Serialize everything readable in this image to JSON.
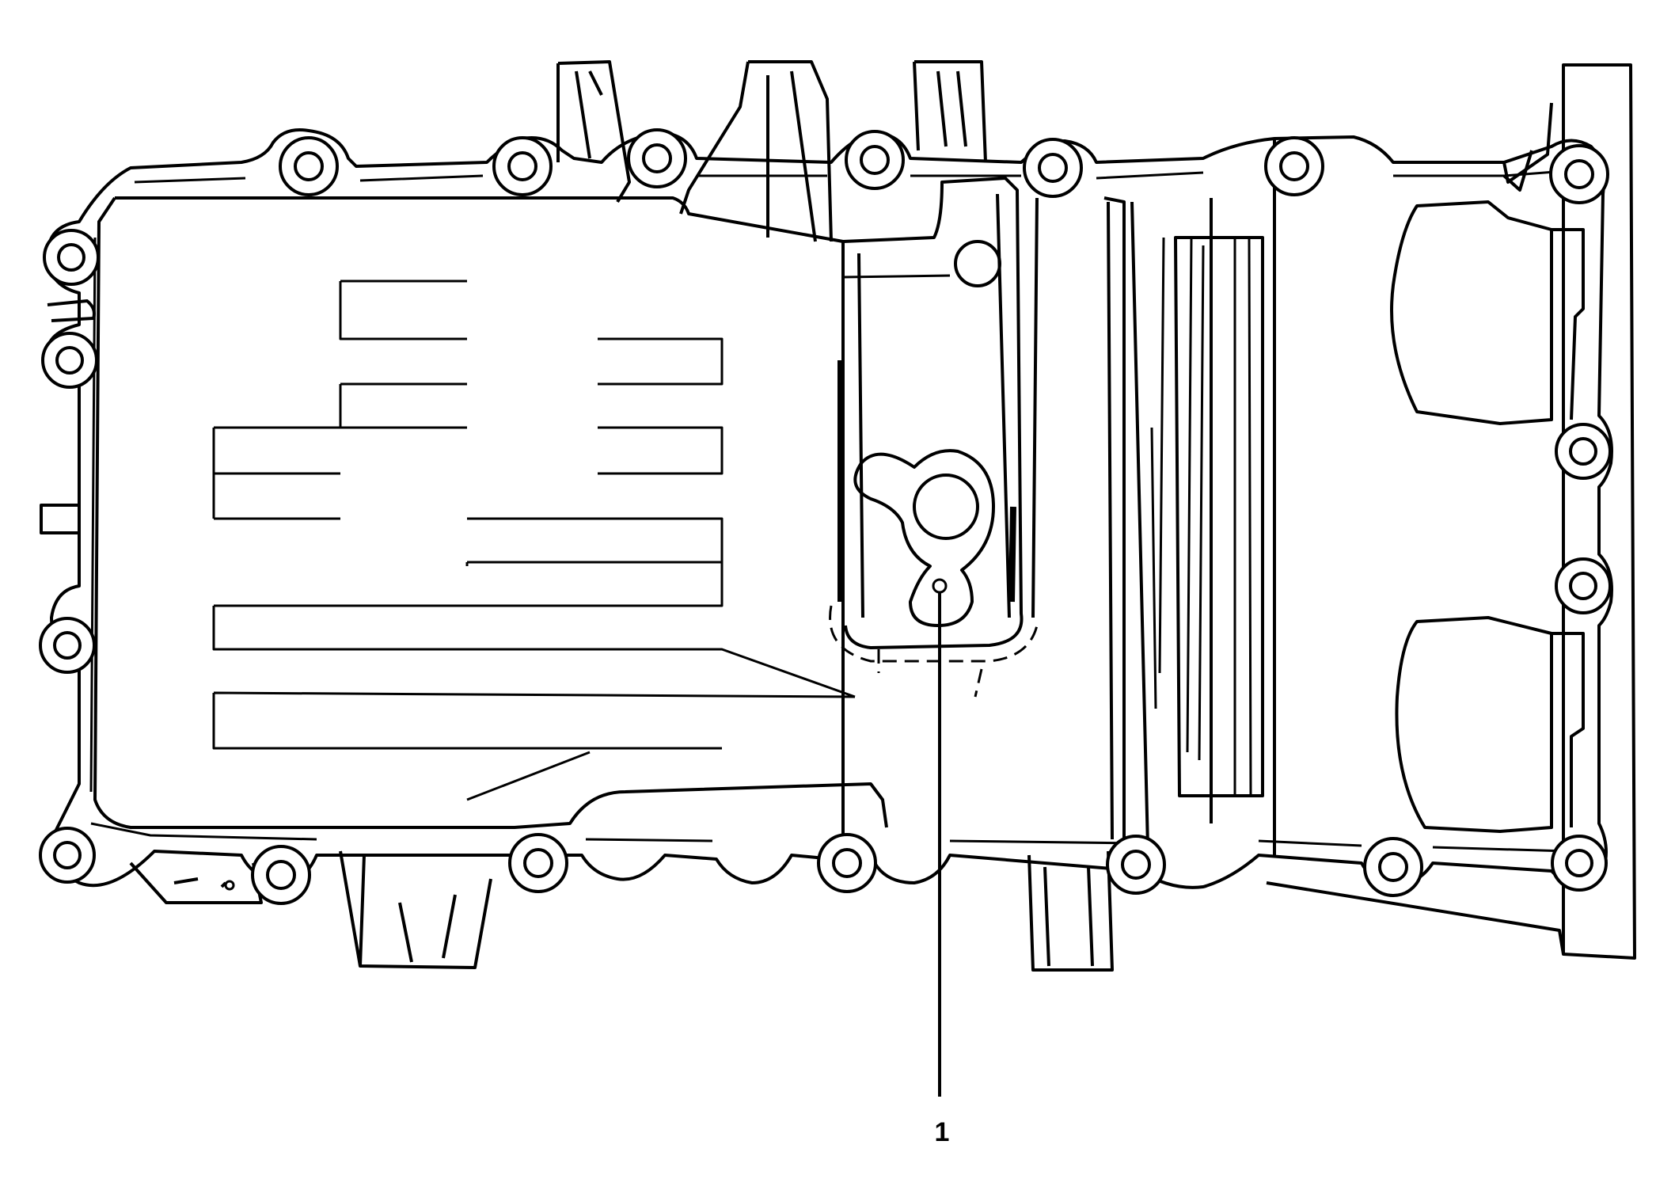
{
  "figure": {
    "kind": "line illustration",
    "subject": "oil pan",
    "line_color": "#000000",
    "background": "#ffffff"
  },
  "callouts": [
    {
      "label": "1",
      "points_to": "drain-plug"
    }
  ]
}
